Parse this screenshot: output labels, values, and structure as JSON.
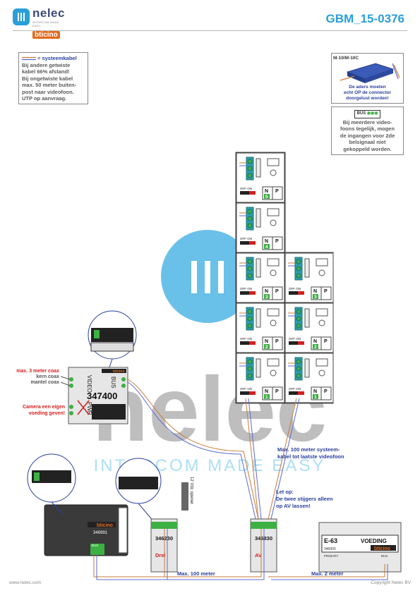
{
  "header": {
    "brand": "nelec",
    "brand_tagline": "INTERCOM MADE EASY",
    "brand_sub": "bticino",
    "doc_id": "GBM_15-0376"
  },
  "notes": {
    "cable": {
      "title": "= systeemkabel",
      "lines": [
        "Bij andere getwiste",
        "kabel 66% afstand!",
        "Bij ongetwiste kabel",
        "max. 50 meter buiten-",
        "post naar videofoon.",
        "UTP op aanvraag."
      ]
    },
    "connector": {
      "model": "M-10/M-10C",
      "lines": [
        "De aders moeten",
        "echt OP de connector",
        "doorgelust worden!"
      ]
    },
    "bus": {
      "badge": "BUS",
      "lines": [
        "Bij meerdere video-",
        "foons tegelijk, mogen",
        "de ingangen voor 2de",
        "belsignaal niet",
        "gekoppeld worden."
      ]
    }
  },
  "watermark": {
    "word": "nelec",
    "tagline": "INTERCOM MADE EASY"
  },
  "camera_labels": {
    "coax_max": "max. 3 meter coax",
    "core": "kern coax",
    "shield": "mantel coax",
    "power": "Camera een eigen",
    "power2": "voeding geven!"
  },
  "modules": {
    "interface": {
      "code": "347400",
      "video": "VIDEO",
      "pwr": "PWR",
      "brand": "bticino",
      "bus": "BUS"
    },
    "panel": {
      "code": "346991",
      "brand": "bticino",
      "bus": "BUS"
    },
    "relay": {
      "code": "346230",
      "mode": "Drel"
    },
    "av": {
      "code": "346830",
      "mode": "AV"
    },
    "psu": {
      "code": "E-63",
      "label": "VOEDING",
      "part": "346000",
      "brand": "bticino",
      "primary": "PRIMARY",
      "bus": "BUS"
    }
  },
  "opener": {
    "label": "12 Vdc opener"
  },
  "monitors": {
    "col1": [
      {
        "n": "5",
        "np_n": "N",
        "np_p": "P",
        "switch": "OFF ON"
      },
      {
        "n": "4",
        "np_n": "N",
        "np_p": "P",
        "switch": "OFF ON"
      },
      {
        "n": "3",
        "np_n": "N",
        "np_p": "P",
        "switch": "OFF ON"
      },
      {
        "n": "2",
        "np_n": "N",
        "np_p": "P",
        "switch": "OFF ON"
      },
      {
        "n": "1",
        "np_n": "N",
        "np_p": "P",
        "switch": "OFF ON"
      }
    ],
    "col2": [
      {
        "n": "3",
        "np_n": "N",
        "np_p": "P",
        "switch": "OFF ON"
      },
      {
        "n": "2",
        "np_n": "N",
        "np_p": "P",
        "switch": "OFF ON"
      },
      {
        "n": "1",
        "np_n": "N",
        "np_p": "P",
        "switch": "OFF ON"
      }
    ]
  },
  "distances": {
    "riser": "Max. 100 meter systeem-",
    "riser2": "kabel tot laatste videofoon",
    "bottom1": "Max. 100 meter",
    "bottom2": "Max. 2 meter"
  },
  "warning": {
    "title": "Let op:",
    "line1": "De twee stijgers alleen",
    "line2": "op AV lassen!"
  },
  "footer": {
    "url": "www.nelec.com",
    "copyright": "Copyright Nelec BV"
  },
  "colors": {
    "accent": "#2a9fd8",
    "navy": "#2a3f9e",
    "red": "#d42020",
    "green": "#3cb043",
    "orange": "#e36a1e"
  }
}
